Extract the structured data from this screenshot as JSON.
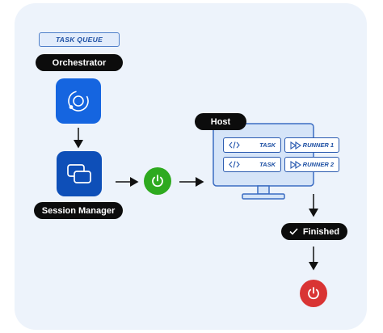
{
  "queue": {
    "label": "TASK QUEUE"
  },
  "orchestrator": {
    "label": "Orchestrator",
    "icon": "orbit-icon",
    "color": "#1565e0"
  },
  "session_manager": {
    "label": "Session Manager",
    "icon": "windows-icon",
    "color": "#0e4fb8"
  },
  "power": {
    "start_color": "#2eaa1f",
    "stop_color": "#d93434",
    "icon": "power-icon"
  },
  "host": {
    "label": "Host",
    "rows": [
      {
        "task_label": "TASK",
        "runner_label": "RUNNER 1"
      },
      {
        "task_label": "TASK",
        "runner_label": "RUNNER 2"
      }
    ]
  },
  "finished": {
    "label": "Finished",
    "icon": "checkmark-icon"
  }
}
